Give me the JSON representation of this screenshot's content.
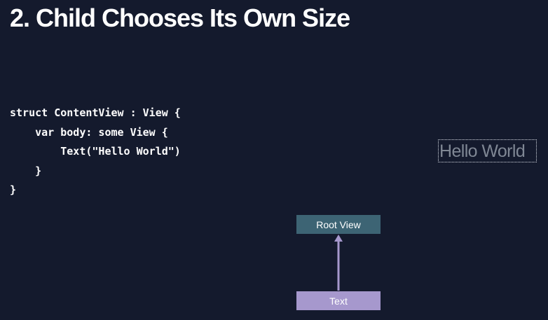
{
  "slide": {
    "title": "2. Child Chooses Its Own Size"
  },
  "code": {
    "lines": [
      "struct ContentView : View {",
      "    var body: some View {",
      "        Text(\"Hello World\")",
      "    }",
      "}"
    ]
  },
  "preview": {
    "text": "Hello World"
  },
  "tree": {
    "root_label": "Root View",
    "child_label": "Text"
  },
  "colors": {
    "background": "#141a2d",
    "root_node": "#3d6474",
    "child_node": "#a698cd",
    "arrow": "#a698cd",
    "preview_text": "#7f8794"
  }
}
